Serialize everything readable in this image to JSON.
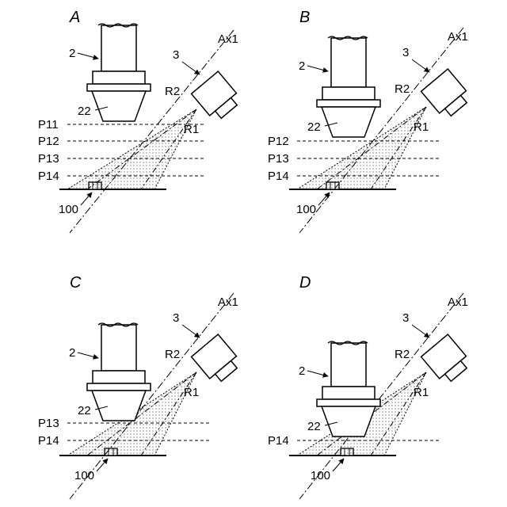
{
  "panels": [
    {
      "letter": "A",
      "head_label": "2",
      "nozzle_label": "22",
      "camera_label": "3",
      "axis_label": "Ax1",
      "r1_label": "R1",
      "r2_label": "R2",
      "target_label": "100",
      "planes": [
        "P11",
        "P12",
        "P13",
        "P14"
      ]
    },
    {
      "letter": "B",
      "head_label": "2",
      "nozzle_label": "22",
      "camera_label": "3",
      "axis_label": "Ax1",
      "r1_label": "R1",
      "r2_label": "R2",
      "target_label": "100",
      "planes": [
        "P12",
        "P13",
        "P14"
      ]
    },
    {
      "letter": "C",
      "head_label": "2",
      "nozzle_label": "22",
      "camera_label": "3",
      "axis_label": "Ax1",
      "r1_label": "R1",
      "r2_label": "R2",
      "target_label": "100",
      "planes": [
        "P13",
        "P14"
      ]
    },
    {
      "letter": "D",
      "head_label": "2",
      "nozzle_label": "22",
      "camera_label": "3",
      "axis_label": "Ax1",
      "r1_label": "R1",
      "r2_label": "R2",
      "target_label": "100",
      "planes": [
        "P14"
      ]
    }
  ]
}
